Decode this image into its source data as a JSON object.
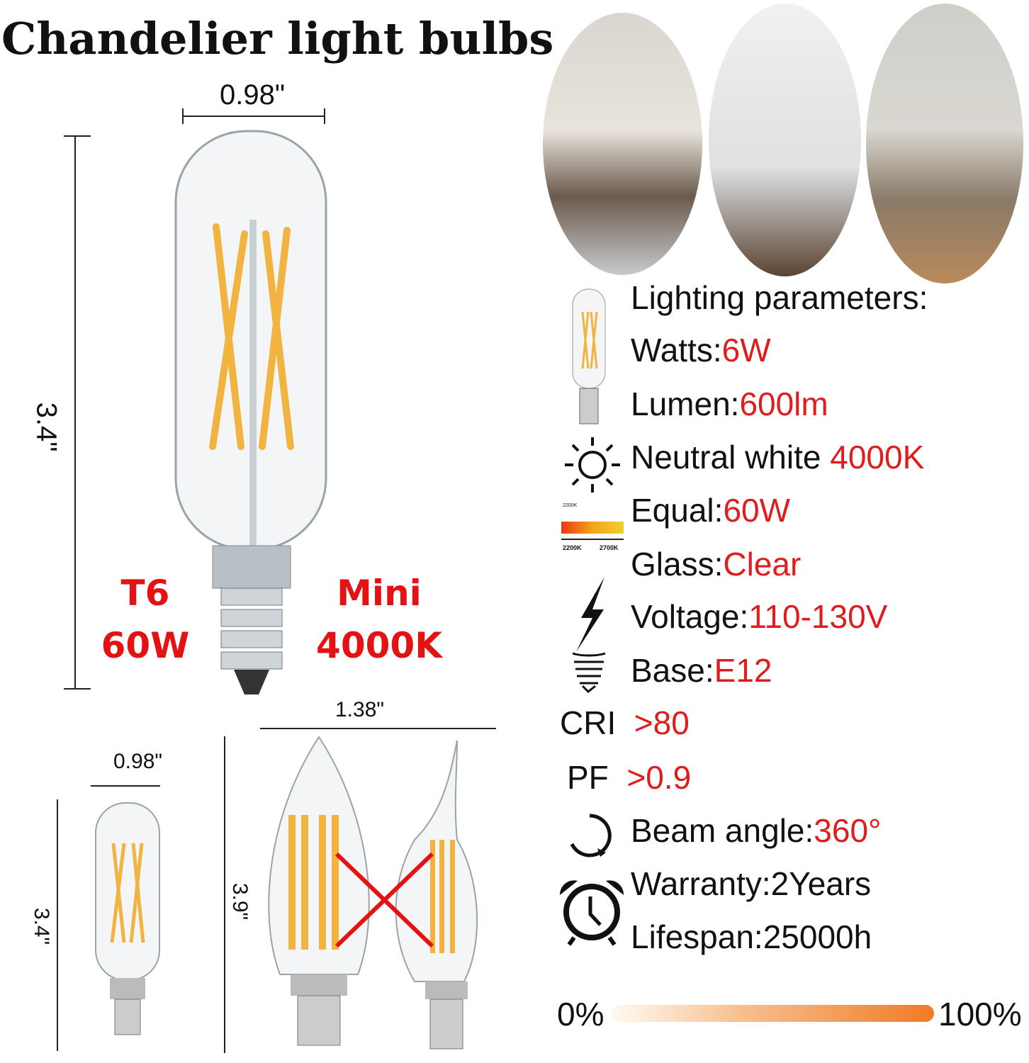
{
  "title": "Chandelier light bulbs",
  "main_bulb": {
    "width": "0.98\"",
    "height": "3.4\"",
    "labels_left": [
      "T6",
      "60W"
    ],
    "labels_right": [
      "Mini",
      "4000K"
    ]
  },
  "small_bulb": {
    "width": "0.98\"",
    "height": "3.4\""
  },
  "candle_bulbs": {
    "width": "1.38\"",
    "height": "3.9\""
  },
  "specs": {
    "heading": "Lighting parameters:",
    "items": [
      {
        "label": "Watts:",
        "value": "6W"
      },
      {
        "label": "Lumen:",
        "value": "600lm"
      },
      {
        "label": "Neutral white ",
        "value": "4000K"
      },
      {
        "label": "Equal:",
        "value": "60W"
      },
      {
        "label": "Glass:",
        "value": "Clear"
      },
      {
        "label": "Voltage:",
        "value": "110-130V"
      },
      {
        "label": "Base:",
        "value": "E12"
      },
      {
        "label": "CRI  ",
        "value": ">80"
      },
      {
        "label": "PF  ",
        "value": ">0.9"
      },
      {
        "label": "Beam angle:",
        "value": "360°"
      },
      {
        "label": "Warranty:2Years",
        "value": ""
      },
      {
        "label": "Lifespan:25000h",
        "value": ""
      }
    ],
    "color_temp_icon": {
      "top": "2200K",
      "ticks": [
        "2200K",
        "2700K"
      ]
    }
  },
  "dimmer": {
    "min": "0%",
    "max": "100%"
  },
  "colors": {
    "accent": "#e11c1c",
    "filament": "#f2b440"
  }
}
